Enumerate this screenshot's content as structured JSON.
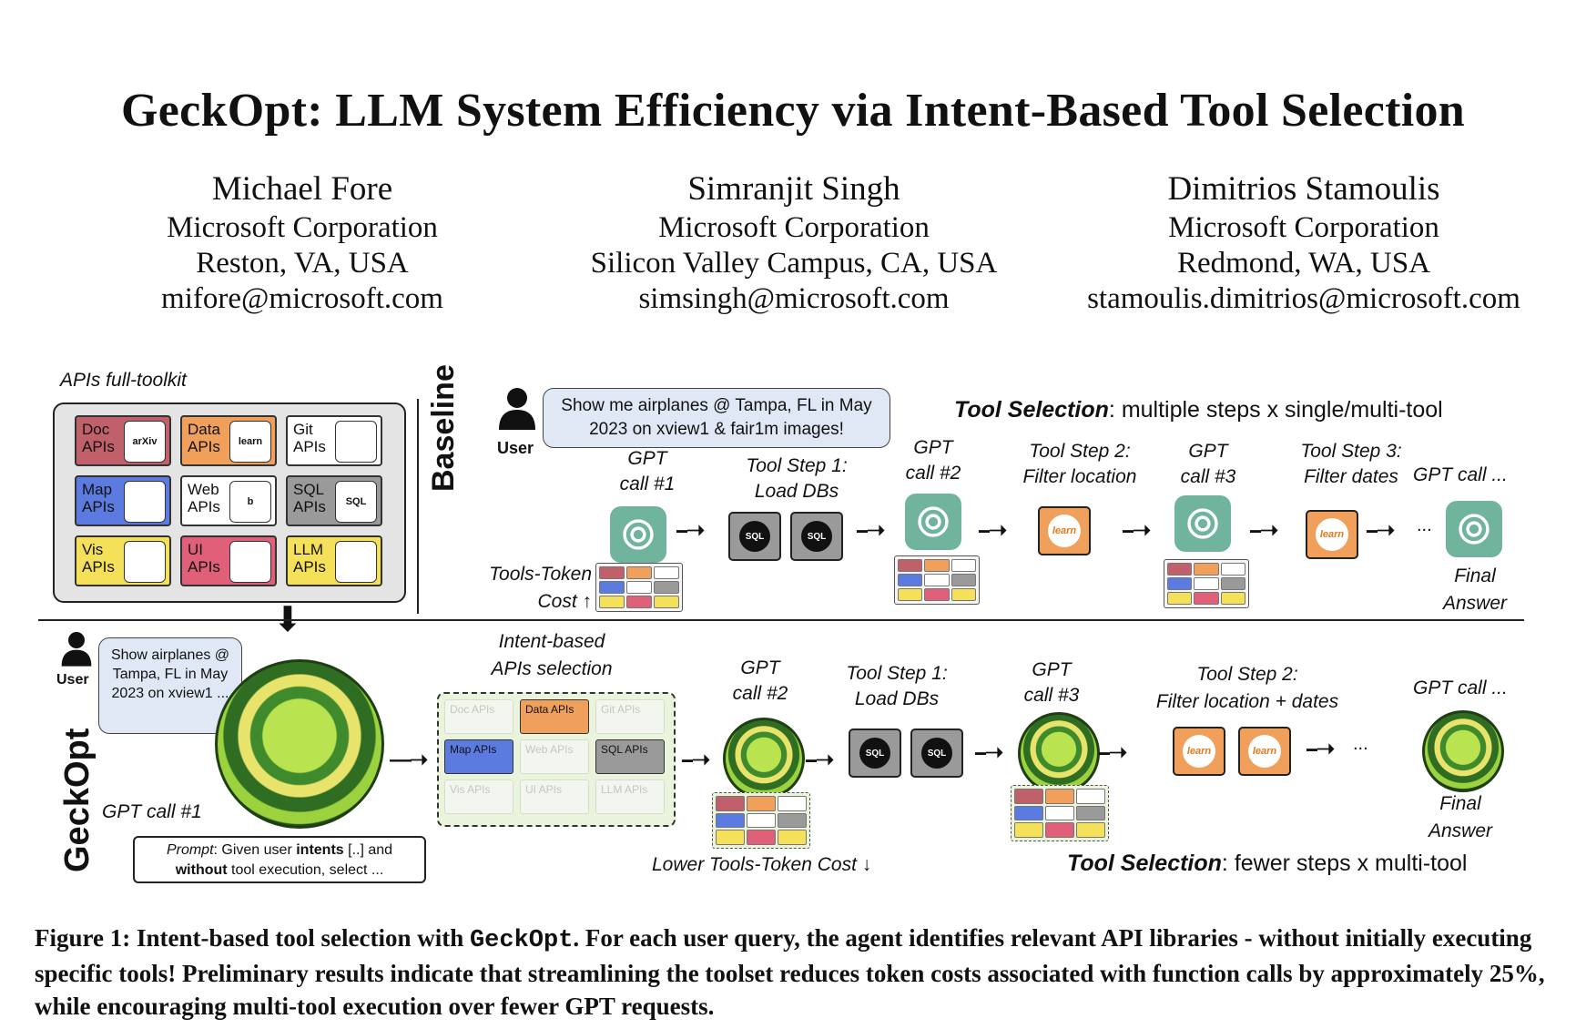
{
  "title": "GeckOpt: LLM System Efficiency via Intent-Based Tool Selection",
  "authors": [
    {
      "name": "Michael Fore",
      "org": "Microsoft Corporation",
      "location": "Reston, VA, USA",
      "email": "mifore@microsoft.com"
    },
    {
      "name": "Simranjit Singh",
      "org": "Microsoft Corporation",
      "location": "Silicon Valley Campus, CA, USA",
      "email": "simsingh@microsoft.com"
    },
    {
      "name": "Dimitrios Stamoulis",
      "org": "Microsoft Corporation",
      "location": "Redmond, WA, USA",
      "email": "stamoulis.dimitrios@microsoft.com"
    }
  ],
  "figure": {
    "toolkit_label": "APIs full-toolkit",
    "tiles": [
      {
        "label1": "Doc",
        "label2": "APIs",
        "color": "#c0606a",
        "icon": "arxiv-icon",
        "icon_text": "arXiv"
      },
      {
        "label1": "Data",
        "label2": "APIs",
        "color": "#f0a05a",
        "icon": "sklearn-icon",
        "icon_text": "learn"
      },
      {
        "label1": "Git",
        "label2": "APIs",
        "color": "#ffffff",
        "icon": "github-icon",
        "icon_text": ""
      },
      {
        "label1": "Map",
        "label2": "APIs",
        "color": "#5b7be0",
        "icon": "map-icon",
        "icon_text": ""
      },
      {
        "label1": "Web",
        "label2": "APIs",
        "color": "#ffffff",
        "icon": "bing-icon",
        "icon_text": "b"
      },
      {
        "label1": "SQL",
        "label2": "APIs",
        "color": "#9a9a9a",
        "icon": "sql-icon",
        "icon_text": "SQL"
      },
      {
        "label1": "Vis",
        "label2": "APIs",
        "color": "#f5e05a",
        "icon": "huggingface-icon",
        "icon_text": ""
      },
      {
        "label1": "UI",
        "label2": "APIs",
        "color": "#e0607a",
        "icon": "ui-icon",
        "icon_text": ""
      },
      {
        "label1": "LLM",
        "label2": "APIs",
        "color": "#f5e05a",
        "icon": "parrot-icon",
        "icon_text": ""
      }
    ],
    "baseline_label": "Baseline",
    "geckopt_label": "GeckOpt",
    "user_label": "User",
    "baseline_query": "Show me airplanes @ Tampa, FL in May 2023 on xview1 & fair1m images!",
    "geckopt_query": "Show airplanes @ Tampa, FL in May 2023 on xview1 ...",
    "baseline_tool_selection_bold": "Tool Selection",
    "baseline_tool_selection_rest": ": multiple steps x single/multi-tool",
    "geckopt_tool_selection_bold": "Tool Selection",
    "geckopt_tool_selection_rest": ": fewer steps x multi-tool",
    "baseline_steps": {
      "gpt1_a": "GPT",
      "gpt1_b": "call #1",
      "step1_a": "Tool Step 1:",
      "step1_b": "Load DBs",
      "gpt2_a": "GPT",
      "gpt2_b": "call #2",
      "step2_a": "Tool Step 2:",
      "step2_b": "Filter location",
      "gpt3_a": "GPT",
      "gpt3_b": "call #3",
      "step3_a": "Tool Step 3:",
      "step3_b": "Filter dates",
      "gptn": "GPT call ...",
      "final_a": "Final",
      "final_b": "Answer",
      "cost_a": "Tools-Token",
      "cost_b": "Cost ↑",
      "ellipsis": "..."
    },
    "geckopt_steps": {
      "intent_a": "Intent-based",
      "intent_b": "APIs selection",
      "gpt2_a": "GPT",
      "gpt2_b": "call #2",
      "step1_a": "Tool Step 1:",
      "step1_b": "Load DBs",
      "gpt3_a": "GPT",
      "gpt3_b": "call #3",
      "step2_a": "Tool Step 2:",
      "step2_b": "Filter location + dates",
      "gptn": "GPT call ...",
      "final_a": "Final",
      "final_b": "Answer",
      "gpt1": "GPT call #1",
      "cost": "Lower Tools-Token Cost ↓",
      "prompt_italic": "Prompt",
      "prompt_1": ": Given user ",
      "prompt_bold1": "intents",
      "prompt_2": " [..] and",
      "prompt_bold2": "without",
      "prompt_3": " tool execution, select ...",
      "ellipsis": "..."
    },
    "icons": {
      "sql": "SQL",
      "learn": "learn"
    }
  },
  "caption": {
    "prefix": "Figure 1: Intent-based tool selection with ",
    "mono": "GeckOpt",
    "rest": ". For each user query, the agent identifies relevant API libraries - without initially executing specific tools! Preliminary results indicate that streamlining the toolset reduces token costs associated with function calls by approximately 25%, while encouraging multi-tool execution over fewer GPT requests."
  }
}
